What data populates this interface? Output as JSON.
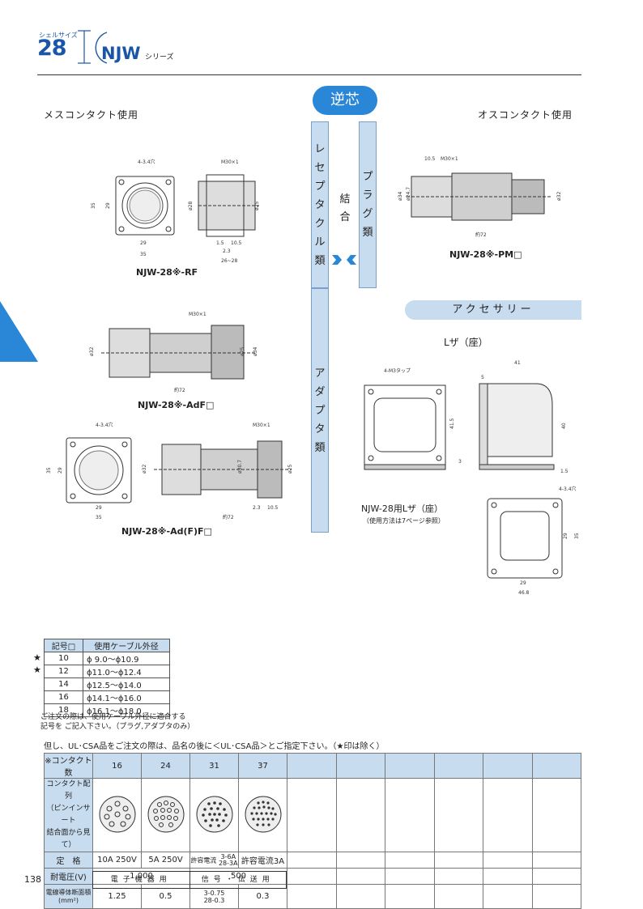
{
  "header": {
    "shell_label": "シェルサイズ",
    "shell_size": "28",
    "series_name": "NJW",
    "series_suffix": "シリーズ"
  },
  "badge": "逆芯",
  "left_title": "メスコンタクト使用",
  "right_title": "オスコンタクト使用",
  "vertical_labels": {
    "receptacle": [
      "レ",
      "セ",
      "プ",
      "タ",
      "ク",
      "ル",
      "類"
    ],
    "coupling": [
      "結",
      "合"
    ],
    "plug": [
      "プ",
      "ラ",
      "グ",
      "類"
    ],
    "adapter": [
      "ア",
      "ダ",
      "プ",
      "タ",
      "類"
    ]
  },
  "drawings": {
    "rf": {
      "name": "NJW-28※-RF",
      "dims": [
        "4-3.4穴",
        "M30×1",
        "35",
        "29",
        "ø28",
        "ø25",
        "29",
        "35",
        "1.5",
        "10.5",
        "2.3",
        "26~28"
      ]
    },
    "pm": {
      "name": "NJW-28※-PM□",
      "dims": [
        "10.5",
        "M30×1",
        "ø34",
        "ø24.7",
        "ø32",
        "約72"
      ]
    },
    "adf": {
      "name": "NJW-28※-AdF□",
      "dims": [
        "M30×1",
        "ø32",
        "ø25",
        "ø34",
        "約72"
      ]
    },
    "adff": {
      "name": "NJW-28※-Ad(F)F□",
      "dims": [
        "4-3.4穴",
        "M30×1",
        "35",
        "29",
        "ø32",
        "ø30.7",
        "ø25",
        "29",
        "35",
        "2.3",
        "10.5",
        "約72"
      ]
    }
  },
  "accessory": {
    "title": "アクセサリー",
    "l_title": "Lザ（座）",
    "l_dims": [
      "4-M3タップ",
      "41",
      "5",
      "41.5",
      "40",
      "3",
      "1.5"
    ],
    "l2_dims": [
      "4-3.4穴",
      "29",
      "35",
      "29",
      "46.8"
    ],
    "name": "NJW-28用Lザ（座）",
    "note": "（使用方法は7ページ参照）"
  },
  "cable_table": {
    "headers": [
      "記号□",
      "使用ケーブル外径"
    ],
    "rows": [
      {
        "star": "★",
        "code": "10",
        "range": "ϕ 9.0〜ϕ10.9"
      },
      {
        "star": "★",
        "code": "12",
        "range": "ϕ11.0〜ϕ12.4"
      },
      {
        "star": "",
        "code": "14",
        "range": "ϕ12.5〜ϕ14.0"
      },
      {
        "star": "",
        "code": "16",
        "range": "ϕ14.1〜ϕ16.0"
      },
      {
        "star": "",
        "code": "18",
        "range": "ϕ16.1〜ϕ18.0"
      }
    ]
  },
  "order_note_1": "ご注文の際は、使用ケーブル外径に適合する",
  "order_note_2": "記号を ご記入下さい。（プラグ,アダプタのみ）",
  "ul_note": "但し、UL･CSA品をご注文の際は、品名の後に＜UL･CSA品＞とご指定下さい。（★印は除く）",
  "spec": {
    "contact_count_label": "※コンタクト数",
    "contacts": [
      "16",
      "24",
      "31",
      "37"
    ],
    "layout_label": [
      "コンタクト配列",
      "（ピンインサート",
      "結合面から見て）"
    ],
    "rating_label": "定　格",
    "ratings": [
      "10A 250V",
      "5A 250V",
      "許容電流",
      "3-6A",
      "28-3A",
      "許容電流3A"
    ],
    "voltage_label": "耐電圧(V)",
    "voltages": [
      "1,000",
      "500"
    ],
    "wire_label_1": "電線導体断面積",
    "wire_label_2": "(mm²)",
    "wire": [
      "1.25",
      "0.5",
      "3-0.75",
      "28-0.3",
      "0.3"
    ]
  },
  "page_number": "138",
  "footer_left": "電子機器用",
  "footer_right": "信号・伝送用"
}
